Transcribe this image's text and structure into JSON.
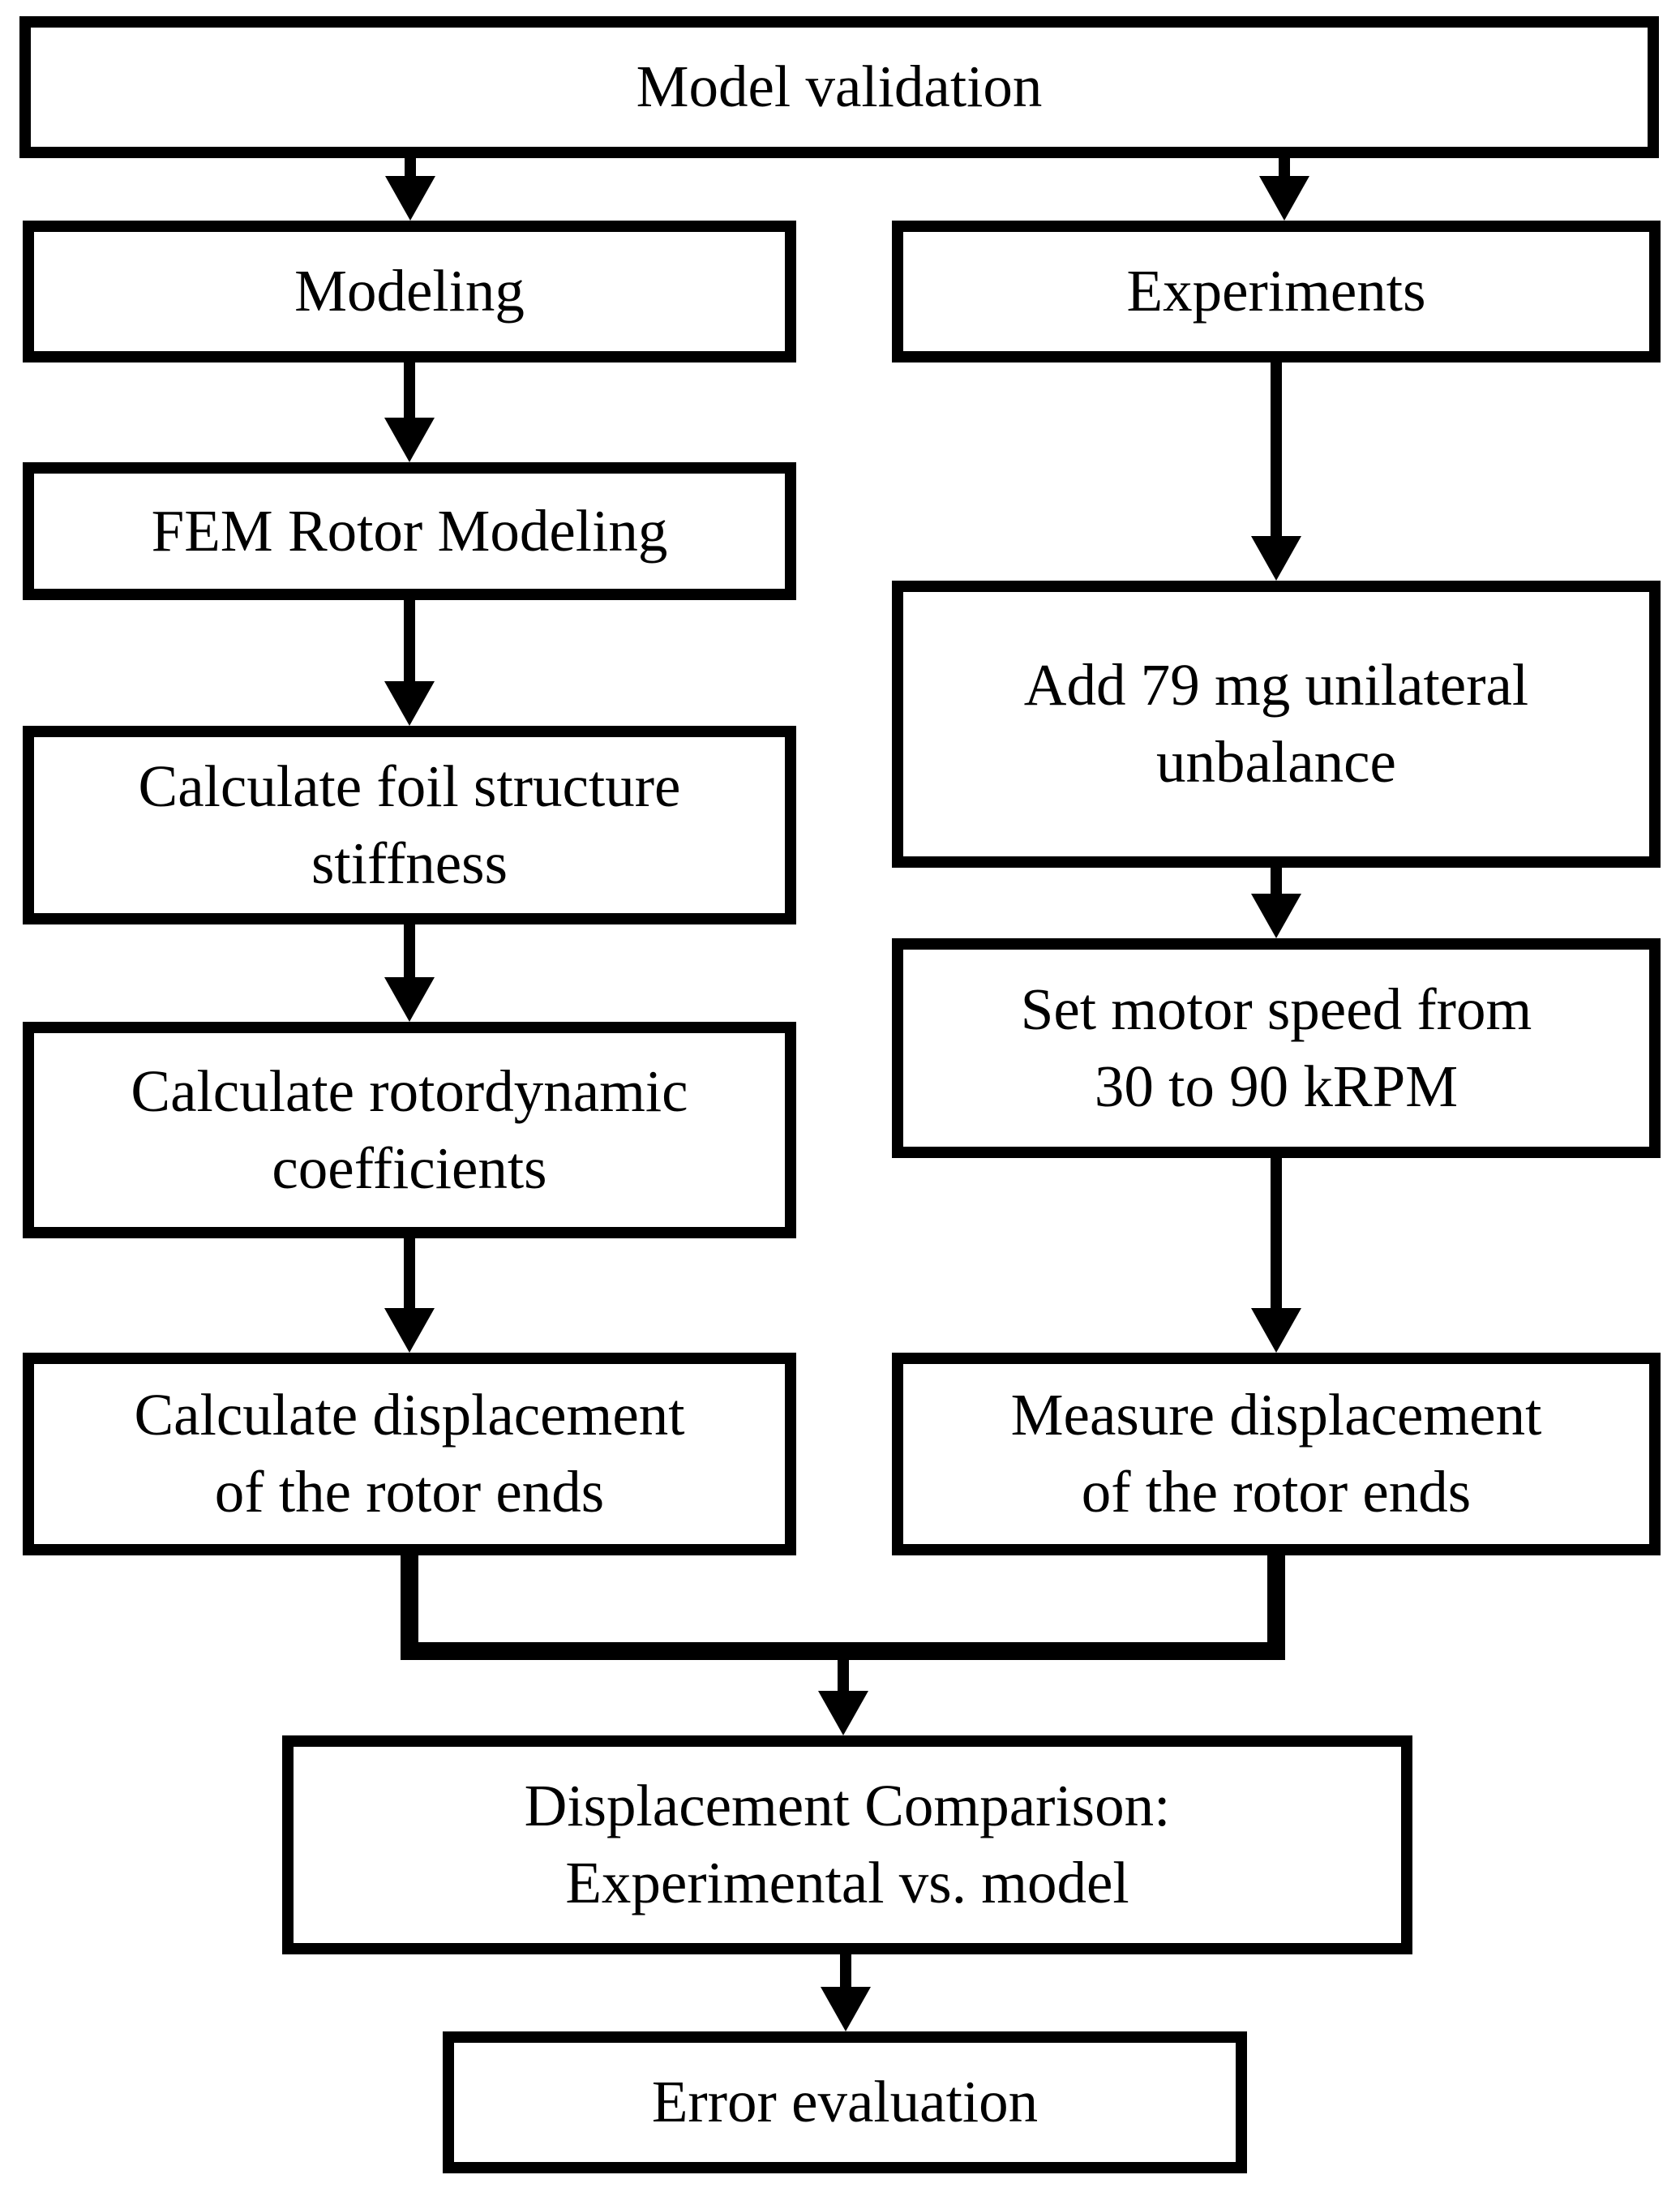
{
  "diagram": {
    "title": "Model validation flowchart",
    "colors": {
      "background": "#ffffff",
      "line": "#000000",
      "box_fill": "#ffffff",
      "text": "#000000"
    },
    "nodes": {
      "model_validation": {
        "label": "Model validation"
      },
      "modeling": {
        "label": "Modeling"
      },
      "experiments": {
        "label": "Experiments"
      },
      "fem_rotor_modeling": {
        "label": "FEM Rotor Modeling"
      },
      "calc_foil_stiffness": {
        "label": "Calculate foil structure\nstiffness"
      },
      "calc_rotordynamic_coefficients": {
        "label": "Calculate rotordynamic\ncoefficients"
      },
      "calc_displacement": {
        "label": "Calculate displacement\nof the rotor ends"
      },
      "add_unbalance": {
        "label": "Add 79 mg unilateral\nunbalance"
      },
      "set_motor_speed": {
        "label": "Set motor speed from\n30 to 90 kRPM"
      },
      "measure_displacement": {
        "label": "Measure displacement\nof the rotor ends"
      },
      "displacement_comparison": {
        "label": "Displacement Comparison:\nExperimental vs. model"
      },
      "error_evaluation": {
        "label": "Error evaluation"
      }
    },
    "edges": [
      {
        "from": "model_validation",
        "to": "modeling"
      },
      {
        "from": "model_validation",
        "to": "experiments"
      },
      {
        "from": "modeling",
        "to": "fem_rotor_modeling"
      },
      {
        "from": "fem_rotor_modeling",
        "to": "calc_foil_stiffness"
      },
      {
        "from": "calc_foil_stiffness",
        "to": "calc_rotordynamic_coefficients"
      },
      {
        "from": "calc_rotordynamic_coefficients",
        "to": "calc_displacement"
      },
      {
        "from": "experiments",
        "to": "add_unbalance"
      },
      {
        "from": "add_unbalance",
        "to": "set_motor_speed"
      },
      {
        "from": "set_motor_speed",
        "to": "measure_displacement"
      },
      {
        "from": "calc_displacement",
        "to": "displacement_comparison"
      },
      {
        "from": "measure_displacement",
        "to": "displacement_comparison"
      },
      {
        "from": "displacement_comparison",
        "to": "error_evaluation"
      }
    ]
  }
}
